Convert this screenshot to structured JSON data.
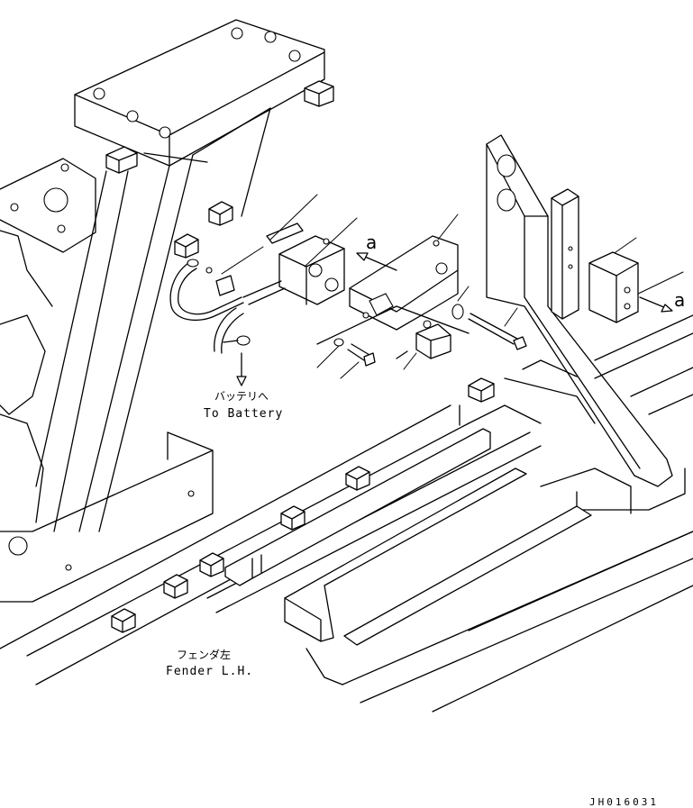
{
  "labels": {
    "battery_jp": "バッテリへ",
    "battery_en": "To Battery",
    "fender_jp": "フェンダ左",
    "fender_en": "Fender L.H.",
    "view_ref_a1": "a",
    "view_ref_a2": "a",
    "drawing_code": "JH016031"
  }
}
